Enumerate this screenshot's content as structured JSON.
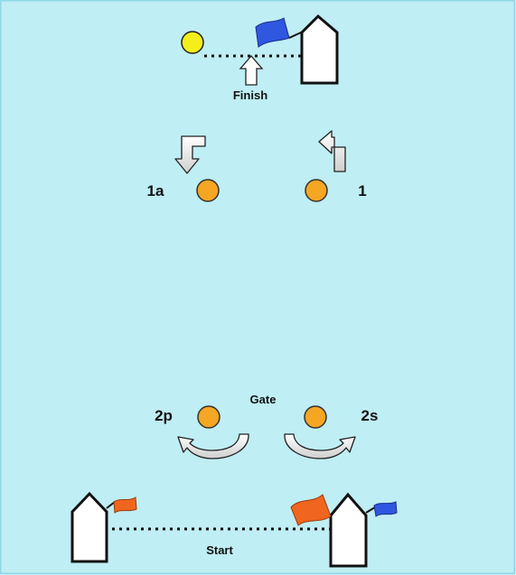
{
  "labels": {
    "finish": "Finish",
    "start": "Start",
    "gate": "Gate",
    "mark_1a": "1a",
    "mark_1": "1",
    "mark_2p": "2p",
    "mark_2s": "2s"
  },
  "colors": {
    "water": "#BFEEF4",
    "water_border": "#8FD8E6",
    "mark_orange": "#F5A623",
    "mark_yellow": "#F4EE1A",
    "flag_blue": "#2F57E0",
    "flag_orange": "#F0661E",
    "boat_fill": "#FFFFFF",
    "outline": "#111111"
  }
}
